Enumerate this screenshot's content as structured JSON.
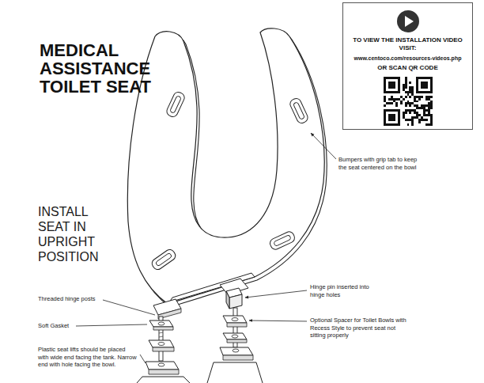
{
  "diagram": {
    "title": "MEDICAL ASSISTANCE TOILET SEAT",
    "nodes": [
      {
        "text": [
          "TO VIEW THE INSTALLATION VIDEO VISIT:",
          "www.centoco.com/resources-videos.php",
          "OR SCAN QR CODE"
        ]
      }
    ],
    "labels": [
      "INSTALL SEAT IN UPRIGHT POSITION",
      "Bumpers with grip tab to keep the seat centered on the bowl",
      "Threaded hinge posts",
      "Hinge pin inserted into hinge holes",
      "Soft Gasket",
      "Optional Spacer for Toilet Bowls with Recess Style to prevent seat not sitting properly",
      "Plastic seat lifts should be placed with wide end facing the tank. Narrow end with hole facing the bowl."
    ]
  }
}
